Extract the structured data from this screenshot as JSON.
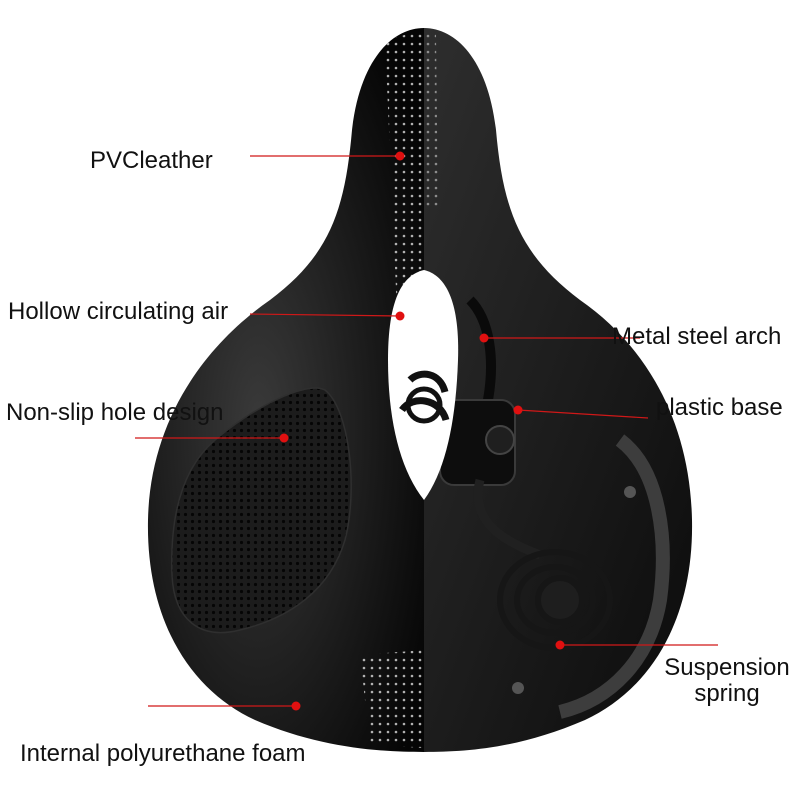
{
  "colors": {
    "background": "#ffffff",
    "leader_line": "#d01818",
    "marker": "#e01010",
    "text": "#111111",
    "saddle_dark": "#111111",
    "saddle_mid": "#2a2a2a"
  },
  "labels": {
    "pvc_leather": "PVCleather",
    "hollow_air": "Hollow circulating air",
    "non_slip": "Non-slip hole design",
    "foam": "Internal polyurethane foam",
    "metal_arch": "Metal steel arch",
    "plastic_base": "plastic base",
    "suspension_line1": "Suspension",
    "suspension_line2": "spring"
  }
}
